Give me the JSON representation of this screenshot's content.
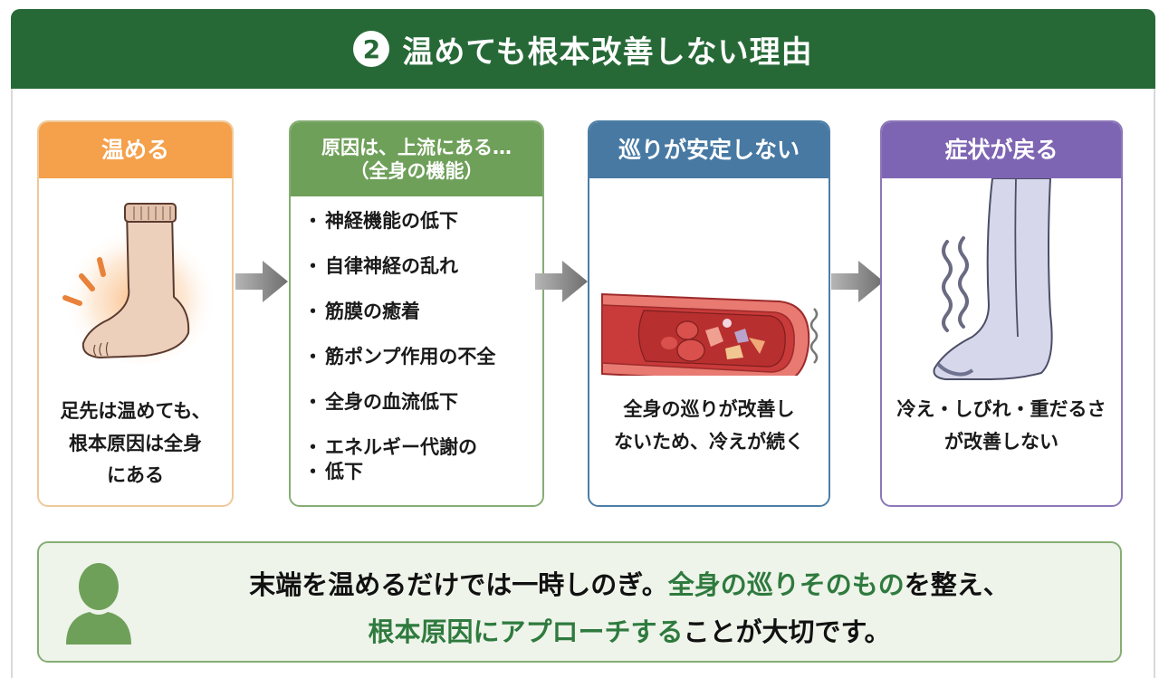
{
  "title": {
    "number": "2",
    "text": "温めても根本改善しない理由",
    "color": "#266937"
  },
  "cards": [
    {
      "header": "温める",
      "illustration": "warm-sock-foot",
      "caption_lines": [
        "足先は温めても、",
        "根本原因は全身",
        "にある"
      ],
      "accent": "#f5a04a"
    },
    {
      "header_lines": [
        "原因は、上流にある…",
        "（全身の機能）"
      ],
      "bullets": [
        "神経機能の低下",
        "自律神経の乱れ",
        "筋膜の癒着",
        "筋ポンプ作用の不全",
        "全身の血流低下",
        "エネルギー代謝の"
      ],
      "bullet_continuation": "低下",
      "accent": "#6fa05a"
    },
    {
      "header": "巡りが安定しない",
      "illustration": "clogged-blood-vessel",
      "caption_lines": [
        "全身の巡りが改善し",
        "ないため、冷えが続く"
      ],
      "accent": "#4779a3"
    },
    {
      "header": "症状が戻る",
      "illustration": "cold-shivering-foot",
      "caption_lines": [
        "冷え・しびれ・重だるさ",
        "が改善しない"
      ],
      "accent": "#7e65b3"
    }
  ],
  "arrows": [
    "arrow-right",
    "arrow-right",
    "arrow-right"
  ],
  "summary": {
    "icon": "person-icon",
    "line1_parts": {
      "a": "末端を温めるだけでは一時しのぎ。",
      "b_highlight": "全身の巡りそのもの",
      "c": "を整え、"
    },
    "line2_parts": {
      "a_highlight": "根本原因にアプローチする",
      "b": "ことが大切です。"
    },
    "highlight_color": "#2f7a3e"
  }
}
